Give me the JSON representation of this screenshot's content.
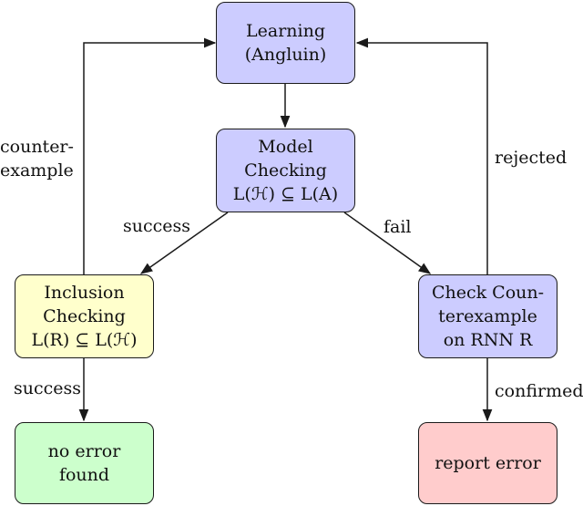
{
  "nodes": {
    "learning": {
      "lines": [
        "Learning",
        "(Angluin)"
      ],
      "color": "#ccccff"
    },
    "model_checking": {
      "lines": [
        "Model",
        "Checking",
        "L(ℋ) ⊆ L(A)"
      ],
      "color": "#ccccff"
    },
    "inclusion_checking": {
      "lines": [
        "Inclusion",
        "Checking",
        "L(R) ⊆ L(ℋ)"
      ],
      "color": "#ffffcc"
    },
    "check_counterexample": {
      "lines": [
        "Check Coun-",
        "terexample",
        "on RNN R"
      ],
      "color": "#ccccff"
    },
    "no_error_found": {
      "lines": [
        "no error",
        "found"
      ],
      "color": "#ccffcc"
    },
    "report_error": {
      "lines": [
        "report error"
      ],
      "color": "#ffcccc"
    }
  },
  "edges": {
    "counterexample": [
      "counter-",
      "example"
    ],
    "rejected": "rejected",
    "success_mc": "success",
    "fail": "fail",
    "success_ic": "success",
    "confirmed": "confirmed"
  }
}
